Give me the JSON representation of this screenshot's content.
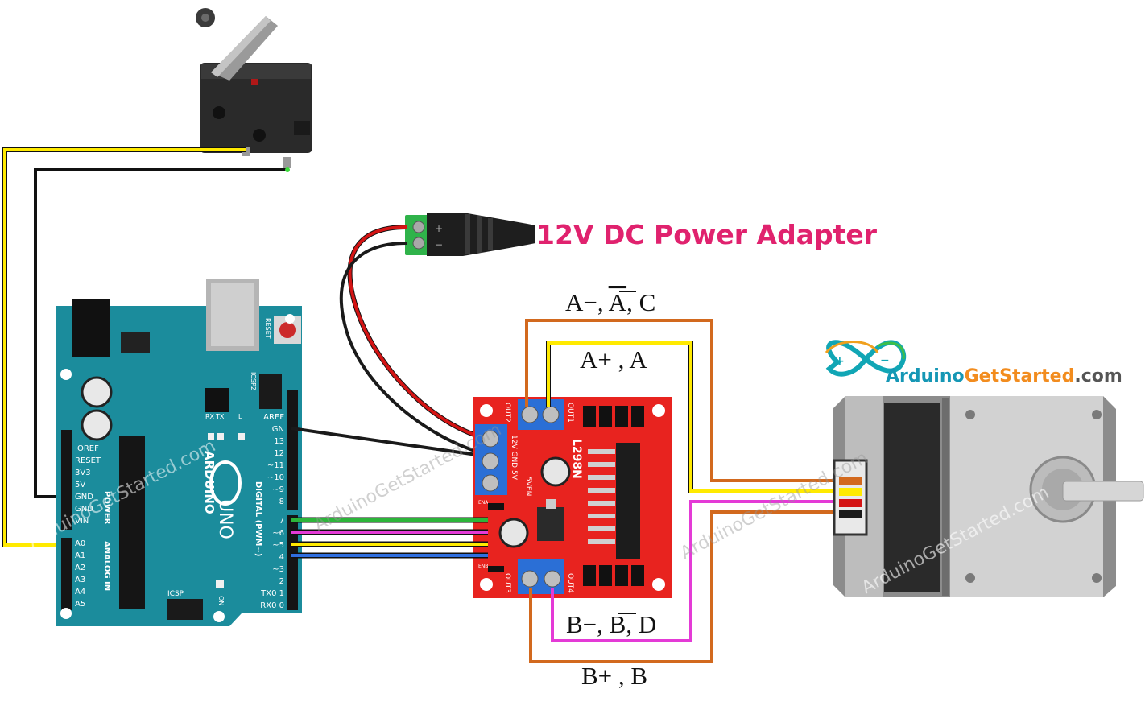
{
  "colors": {
    "board_teal": "#1b8c9c",
    "driver_red": "#e8231f",
    "wire_yellow": "#ffea00",
    "wire_black": "#1a1a1a",
    "wire_red": "#d41414",
    "wire_green": "#2cb53a",
    "wire_magenta": "#e43ad6",
    "wire_blue": "#2f6fe0",
    "wire_orange": "#d2691e",
    "title_pink": "#e0226e"
  },
  "labels": {
    "power_adapter": "12V DC Power Adapter",
    "coil_a_minus": "A−, A, C",
    "coil_a_minus_parts": [
      "A−, ",
      "A",
      ", C"
    ],
    "coil_a_plus": "A+ , A",
    "coil_b_minus_parts": [
      "B−, ",
      "B",
      ", D"
    ],
    "coil_b_plus": "B+ , B"
  },
  "brand": {
    "arduino": "Arduino",
    "get_started": "GetStarted",
    "dotcom": ".com",
    "watermark": "ArduinoGetStarted.com"
  },
  "arduino_board": {
    "name": "ARDUINO",
    "model": "UNO",
    "reset": "RESET",
    "icsp": "ICSP",
    "icsp2": "ICSP2",
    "on": "ON",
    "tx": "TX",
    "rx": "RX",
    "l": "L",
    "power_section": "POWER",
    "analog_section": "ANALOG IN",
    "digital_section": "DIGITAL (PWM~)",
    "power_pins": [
      "IOREF",
      "RESET",
      "3V3",
      "5V",
      "GND",
      "GND",
      "VIN"
    ],
    "analog_pins": [
      "A0",
      "A1",
      "A2",
      "A3",
      "A4",
      "A5"
    ],
    "digital_pins_top": [
      "AREF",
      "GN",
      "13",
      "12",
      "~11",
      "~10",
      "~9",
      "8"
    ],
    "digital_pins_bottom": [
      "7",
      "~6",
      "~5",
      "4",
      "~3",
      "2",
      "TX0 1",
      "RX0 0"
    ]
  },
  "driver_board": {
    "chip": "L298N",
    "out1": "OUT1",
    "out2": "OUT2",
    "out3": "OUT3",
    "out4": "OUT4",
    "power_terms": "12V GND 5V",
    "enable": "5VEN",
    "ena": "ENA",
    "enb": "ENB"
  }
}
